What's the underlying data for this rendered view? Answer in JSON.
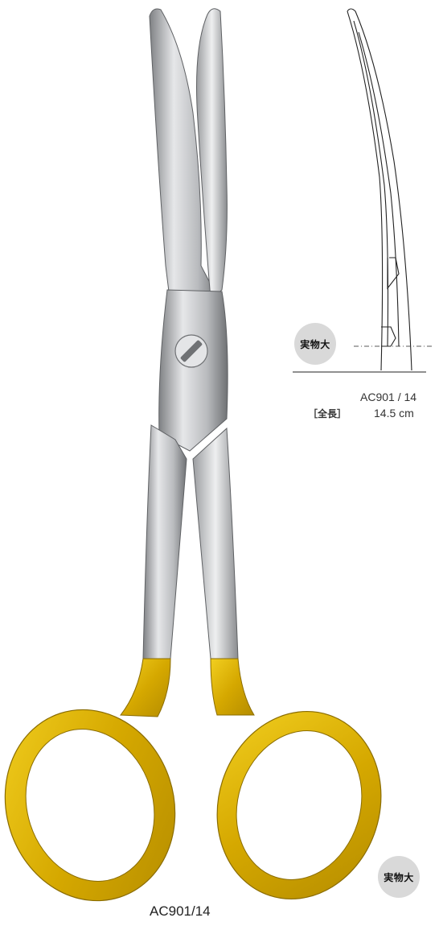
{
  "product": {
    "model": "AC901/14",
    "model_with_spaces": "AC901 / 14",
    "length_label": "［全長］",
    "length_value": "14.5 cm"
  },
  "badges": {
    "actual_size_top": "実物大",
    "actual_size_bottom": "実物大"
  },
  "colors": {
    "gold_handle": "#d8b000",
    "steel": "#c9cacc",
    "steel_dark": "#8e9094",
    "badge_bg": "#d9d9d9"
  }
}
